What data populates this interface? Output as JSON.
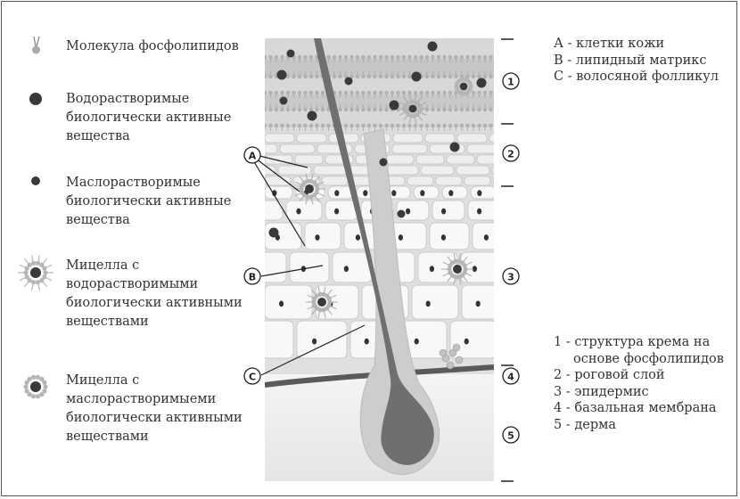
{
  "legend": [
    {
      "icon": "phospholipid-molecule-icon",
      "lines": [
        "Молекула фосфолипидов"
      ]
    },
    {
      "icon": "water-soluble-substance-icon",
      "lines": [
        "Водорастворимые",
        "биологически активные",
        "вещества"
      ]
    },
    {
      "icon": "oil-soluble-substance-icon",
      "lines": [
        "Маслорастворимые",
        "биологически активные",
        "вещества"
      ]
    },
    {
      "icon": "micelle-water-soluble-icon",
      "lines": [
        "Мицелла с",
        "водорастворимыми",
        "биологически активными",
        "веществами"
      ]
    },
    {
      "icon": "micelle-oil-soluble-icon",
      "lines": [
        "Мицелла с",
        "маслорастворимыеми",
        "биологически активными",
        "веществами"
      ]
    }
  ],
  "key_top": [
    "А - клетки кожи",
    "В - липидный матрикс",
    "С - волосяной фолликул"
  ],
  "key_bottom": [
    "1 - структура крема на",
    "основе фосфолипидов",
    "2 - роговой слой",
    "3 - эпидермис",
    "4 - базальная мембрана",
    "5 - дерма"
  ],
  "callouts": {
    "a": "A",
    "b": "B",
    "c": "C"
  },
  "layers": [
    "1",
    "2",
    "3",
    "4",
    "5"
  ],
  "colors": {
    "dark_dot": "#3a3a3a",
    "membrane": "#5a5a5a",
    "hair": "#6f6f6f",
    "follicle": "#cfcfcf",
    "cell_fill": "#f7f7f7",
    "tissue": "#e4e4e4",
    "dermis": "#ececec"
  }
}
